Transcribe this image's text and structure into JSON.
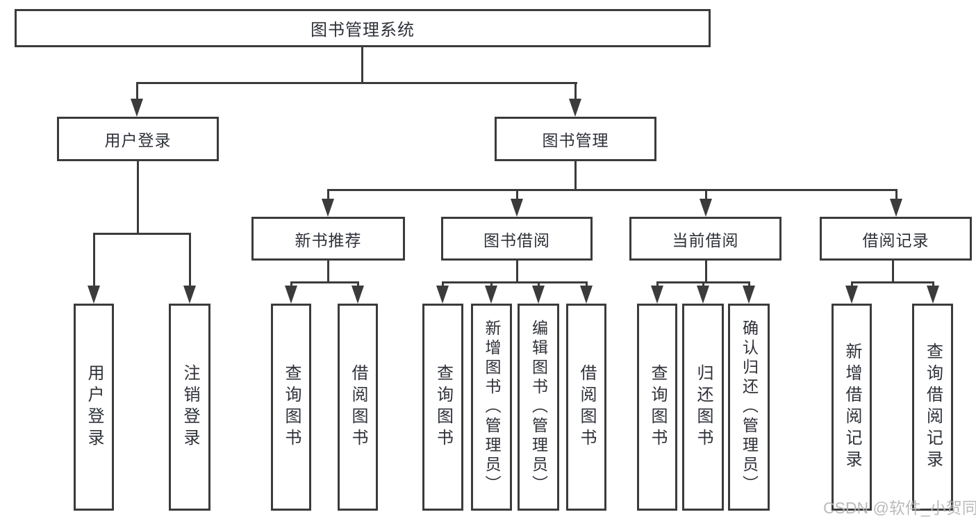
{
  "diagram": {
    "root": {
      "label": "图书管理系统"
    },
    "user_login": {
      "label": "用户登录",
      "children": [
        {
          "label": "用户登录"
        },
        {
          "label": "注销登录"
        }
      ]
    },
    "book_mgmt": {
      "label": "图书管理"
    },
    "new_book_rec": {
      "label": "新书推荐",
      "children": [
        {
          "label": "查询图书"
        },
        {
          "label": "借阅图书"
        }
      ]
    },
    "book_borrow": {
      "label": "图书借阅",
      "children": [
        {
          "label": "查询图书"
        },
        {
          "label": "新增图书（管理员）"
        },
        {
          "label": "编辑图书（管理员）"
        },
        {
          "label": "借阅图书"
        }
      ]
    },
    "current_borrow": {
      "label": "当前借阅",
      "children": [
        {
          "label": "查询图书"
        },
        {
          "label": "归还图书"
        },
        {
          "label": "确认归还（管理员）"
        }
      ]
    },
    "borrow_record": {
      "label": "借阅记录",
      "children": [
        {
          "label": "新增借阅记录"
        },
        {
          "label": "查询借阅记录"
        }
      ]
    }
  },
  "watermark": {
    "text": "CSDN @软件_小贺同学"
  },
  "colors": {
    "line": "#3b3b3b",
    "text": "#2e3138",
    "watermark": "#b3b3b3",
    "background": "#ffffff"
  }
}
